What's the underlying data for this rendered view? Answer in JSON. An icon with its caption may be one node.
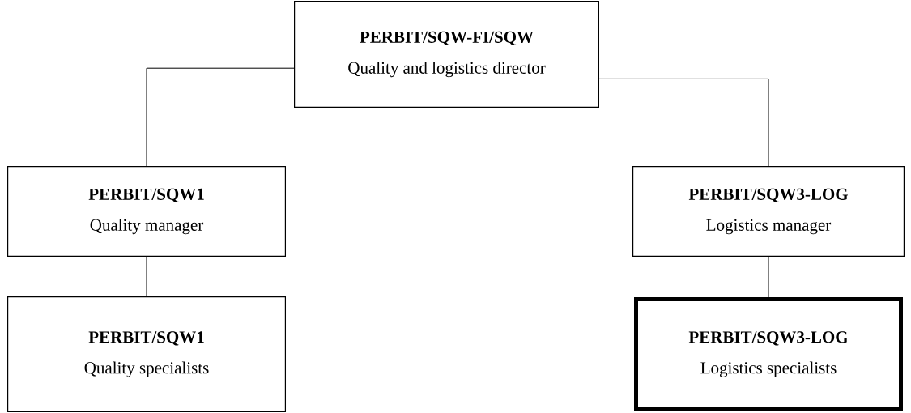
{
  "diagram": {
    "nodes": [
      {
        "text": [
          "PERBIT/SQW-FI/SQW",
          "Quality and logistics director"
        ]
      },
      {
        "text": [
          "PERBIT/SQW1",
          "Quality manager"
        ]
      },
      {
        "text": [
          "PERBIT/SQW1",
          "Quality specialists"
        ]
      },
      {
        "text": [
          "PERBIT/SQW3-LOG",
          "Logistics manager"
        ]
      },
      {
        "text": [
          "PERBIT/SQW3-LOG",
          "Logistics specialists"
        ]
      }
    ],
    "edges": [
      {
        "from": 0,
        "to": 1,
        "arrow": "none"
      },
      {
        "from": 0,
        "to": 3,
        "arrow": "none"
      },
      {
        "from": 1,
        "to": 2,
        "arrow": "none"
      },
      {
        "from": 3,
        "to": 4,
        "arrow": "none"
      }
    ]
  }
}
